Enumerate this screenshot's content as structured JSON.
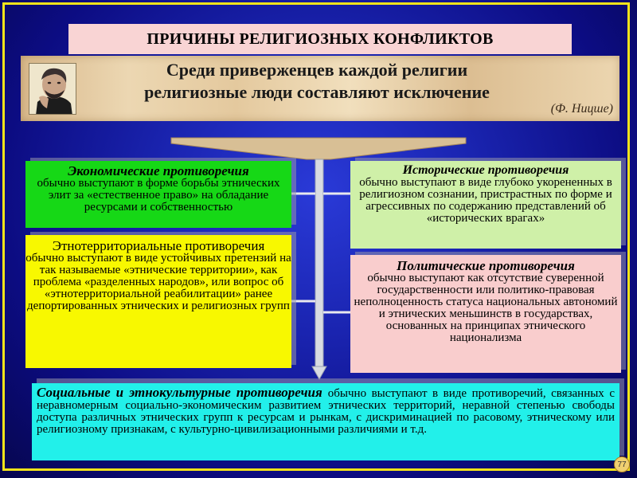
{
  "slide": {
    "title": "ПРИЧИНЫ РЕЛИГИОЗНЫХ КОНФЛИКТОВ",
    "quote_line1": "Среди приверженцев каждой религии",
    "quote_line2": "религиозные люди составляют исключение",
    "quote_author": "(Ф. Ницше)",
    "page_number": "77"
  },
  "boxes": {
    "economic": {
      "title": "Экономические противоречия",
      "text": "обычно выступают в форме борьбы этнических элит за «естественное право» на обладание ресурсами и собственностью",
      "color": "#16d816"
    },
    "historical": {
      "title": "Исторические противоречия",
      "text": "обычно выступают в виде глубоко укорененных в религиозном сознании, пристрастных по форме и агрессивных по содержанию представлений об «исторических врагах»",
      "color": "#cff0a8"
    },
    "ethnoterritorial": {
      "title": "Этнотерриториальные противоречия",
      "text": "обычно выступают в виде устойчивых претензий на так называемые «этнические территории», как проблема «разделенных народов», или вопрос об «этнотерриториальной реабилитации» ранее депортированных этнических и религиозных групп",
      "color": "#f8f800"
    },
    "political": {
      "title": "Политические противоречия",
      "text": "обычно выступают как отсутствие суверенной государственности или политико-правовая неполноценность статуса национальных автономий и этнических меньшинств в государствах, основанных на принципах этнического национализма",
      "color": "#f9cdcd"
    },
    "social": {
      "title": "Социальные и этнокультурные противоречия",
      "text": "обычно выступают в виде противоречий, связанных с неравномерным социально-экономическим развитием этнических территорий, неравной степенью свободы доступа различных этнических групп к ресурсам и рынкам, с дискриминацией по расовому, этническому или религиозному признакам, с культурно-цивилизационными различиями и т.д.",
      "color": "#22f0ea"
    }
  },
  "colors": {
    "background": "#1a24b0",
    "frame": "#f4e41a",
    "title_box": "#f9d4d4",
    "parchment": "#e8d2aa"
  },
  "icons": {
    "portrait": "nietzsche-portrait",
    "arrow": "down-arrow"
  }
}
